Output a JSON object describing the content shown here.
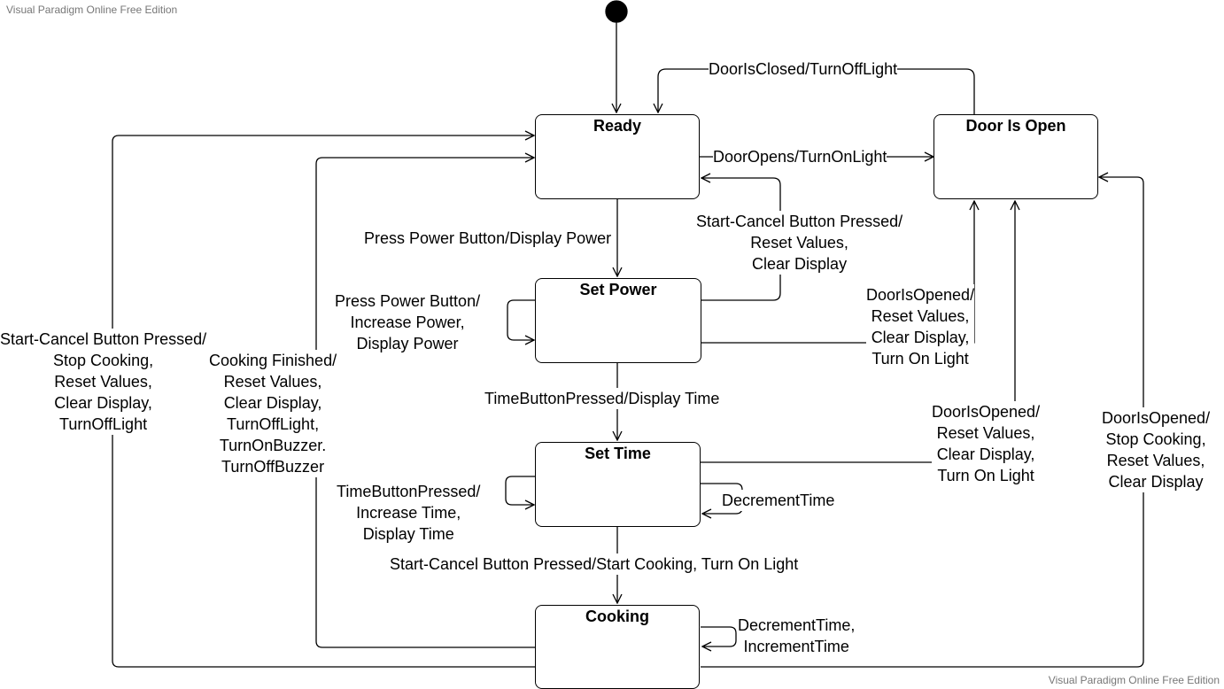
{
  "watermarks": {
    "top_left": "Visual Paradigm Online Free Edition",
    "bottom_right": "Visual Paradigm Online Free Edition"
  },
  "states": {
    "ready": "Ready",
    "door_open": "Door Is Open",
    "set_power": "Set Power",
    "set_time": "Set Time",
    "cooking": "Cooking"
  },
  "transitions": {
    "door_closed": [
      "DoorIsClosed/TurnOffLight"
    ],
    "door_opens": [
      "DoorOpens/TurnOnLight"
    ],
    "press_power_from_ready": [
      "Press Power Button/Display Power"
    ],
    "cancel_from_set_power": [
      "Start-Cancel Button Pressed/",
      "Reset Values,",
      "Clear Display"
    ],
    "power_self_loop": [
      "Press Power Button/",
      "Increase Power,",
      "Display Power"
    ],
    "door_opened_from_set_power": [
      "DoorIsOpened/",
      "Reset Values,",
      "Clear Display,",
      "Turn On Light"
    ],
    "time_button_from_set_power": [
      "TimeButtonPressed/Display Time"
    ],
    "door_opened_from_set_time": [
      "DoorIsOpened/",
      "Reset Values,",
      "Clear Display,",
      "Turn On Light"
    ],
    "time_self_loop": [
      "TimeButtonPressed/",
      "Increase Time,",
      "Display Time"
    ],
    "decrement_time_set_time": [
      "DecrementTime"
    ],
    "start_cooking": [
      "Start-Cancel Button Pressed/Start Cooking, Turn On Light"
    ],
    "cooking_self_loop": [
      "DecrementTime,",
      "IncrementTime"
    ],
    "door_opened_from_cooking": [
      "DoorIsOpened/",
      "Stop Cooking,",
      "Reset Values,",
      "Clear Display"
    ],
    "cancel_from_cooking": [
      "Start-Cancel Button Pressed/",
      "Stop Cooking,",
      "Reset Values,",
      "Clear Display,",
      "TurnOffLight"
    ],
    "cooking_finished": [
      "Cooking Finished/",
      "Reset Values,",
      "Clear Display,",
      "TurnOffLight,",
      "TurnOnBuzzer.",
      "TurnOffBuzzer"
    ]
  }
}
